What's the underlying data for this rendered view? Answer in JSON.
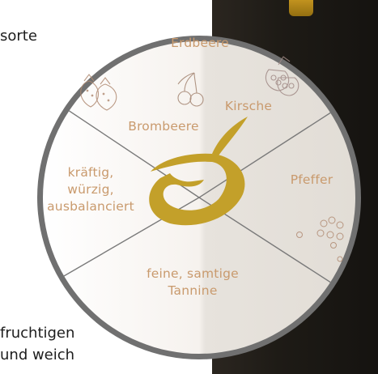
{
  "background": {
    "text_top": "sorte",
    "text_bottom_1": "fruchtigen",
    "text_bottom_2": "und weich"
  },
  "wheel": {
    "labels": {
      "erdbeere": "Erdbeere",
      "kirsche": "Kirsche",
      "brombeere": "Brombeere",
      "pfeffer": "Pfeffer",
      "body": "kräftig,\nwürzig,\nausbalanciert",
      "tannine": "feine, samtige\nTannine"
    },
    "colors": {
      "ring": "#6e6e6e",
      "label": "#c99a6d",
      "logo": "#c3a02a",
      "face": "#f4f0eb"
    },
    "icons": [
      "strawberry-icon",
      "cherry-icon",
      "raspberry-icon",
      "peppercorn-icon",
      "brand-logo-icon"
    ]
  }
}
